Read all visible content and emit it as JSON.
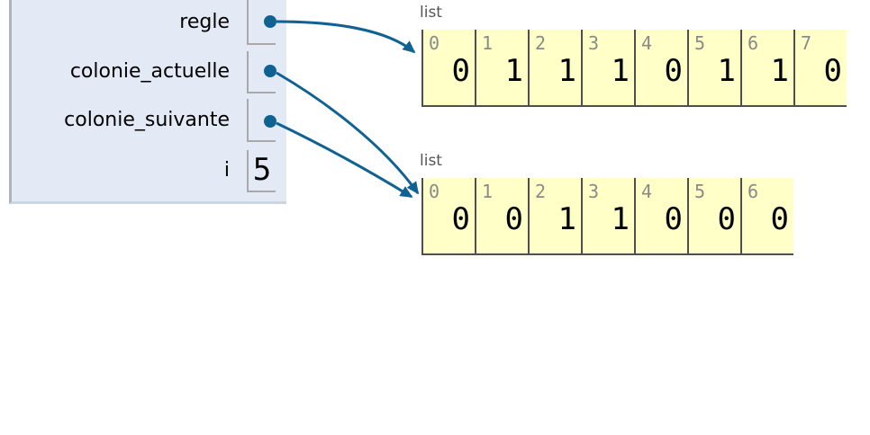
{
  "frame": {
    "variables": [
      {
        "name": "regle"
      },
      {
        "name": "colonie_actuelle"
      },
      {
        "name": "colonie_suivante"
      },
      {
        "name": "i",
        "value": "5"
      }
    ]
  },
  "heap": {
    "lists": [
      {
        "label": "list",
        "cells": [
          {
            "index": "0",
            "value": "0"
          },
          {
            "index": "1",
            "value": "1"
          },
          {
            "index": "2",
            "value": "1"
          },
          {
            "index": "3",
            "value": "1"
          },
          {
            "index": "4",
            "value": "0"
          },
          {
            "index": "5",
            "value": "1"
          },
          {
            "index": "6",
            "value": "1"
          },
          {
            "index": "7",
            "value": "0"
          }
        ]
      },
      {
        "label": "list",
        "cells": [
          {
            "index": "0",
            "value": "0"
          },
          {
            "index": "1",
            "value": "0"
          },
          {
            "index": "2",
            "value": "1"
          },
          {
            "index": "3",
            "value": "1"
          },
          {
            "index": "4",
            "value": "0"
          },
          {
            "index": "5",
            "value": "0"
          },
          {
            "index": "6",
            "value": "0"
          }
        ]
      }
    ]
  },
  "pointers": [
    {
      "from": "regle",
      "to": "list-1"
    },
    {
      "from": "colonie_actuelle",
      "to": "list-2"
    },
    {
      "from": "colonie_suivante",
      "to": "list-2"
    }
  ],
  "colors": {
    "pointer": "#106292",
    "frame_bg": "#e3eaf6",
    "frame_border": "#a9b5ba",
    "frame_bottom": "#ccd5e0",
    "cell_border": "#a9a9a9",
    "list_bg": "#ffffc8",
    "list_border": "#4f4f4f",
    "index_text": "#8a8a8a",
    "label_text": "#555555"
  }
}
